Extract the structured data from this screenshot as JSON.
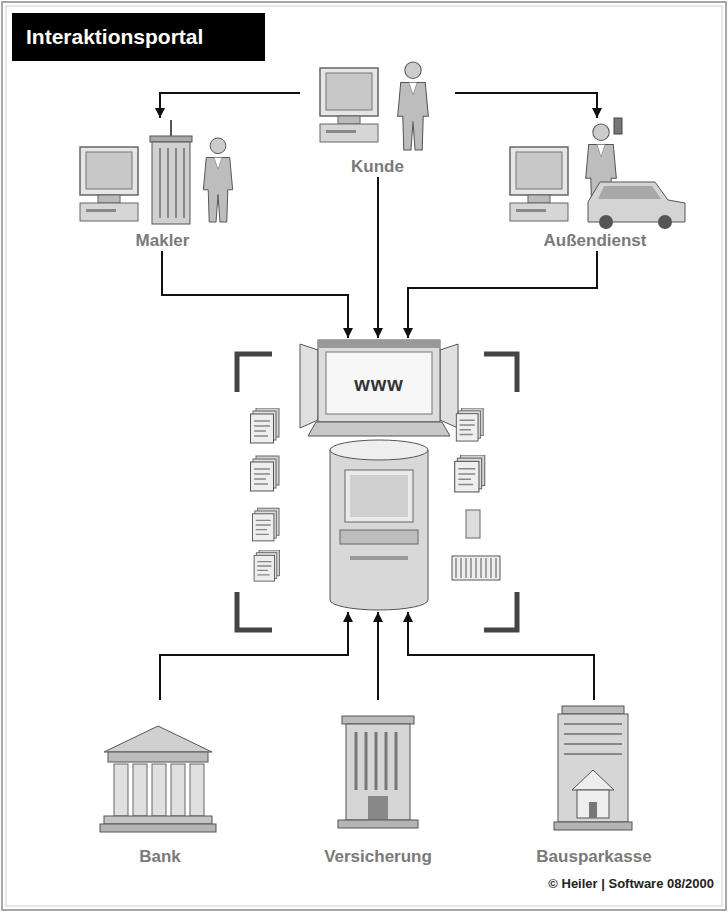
{
  "diagram": {
    "title": "Interaktionsportal",
    "nodes": [
      {
        "text": [
          "Kunde"
        ]
      },
      {
        "text": [
          "Makler"
        ]
      },
      {
        "text": [
          "Außendienst"
        ]
      },
      {
        "text": [
          "www"
        ]
      },
      {
        "text": [
          "Bank"
        ]
      },
      {
        "text": [
          "Versicherung"
        ]
      },
      {
        "text": [
          "Bausparkasse"
        ]
      }
    ],
    "edges": [
      {
        "from": 0,
        "to": 1,
        "arrow": "to"
      },
      {
        "from": 0,
        "to": 2,
        "arrow": "to"
      },
      {
        "from": 0,
        "to": 3,
        "arrow": "to"
      },
      {
        "from": 1,
        "to": 3,
        "arrow": "to"
      },
      {
        "from": 2,
        "to": 3,
        "arrow": "to"
      },
      {
        "from": 4,
        "to": 3,
        "arrow": "to"
      },
      {
        "from": 5,
        "to": 3,
        "arrow": "to"
      },
      {
        "from": 6,
        "to": 3,
        "arrow": "to"
      }
    ],
    "labels": [
      "© Heiler | Software 08/2000"
    ]
  }
}
